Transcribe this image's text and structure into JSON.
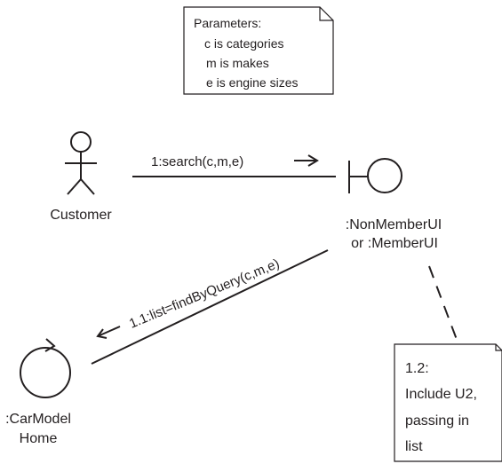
{
  "parameters_note": {
    "heading": "Parameters:",
    "lines": [
      "c is categories",
      "m is makes",
      "e is engine sizes"
    ]
  },
  "actor": {
    "label": "Customer"
  },
  "boundary": {
    "label_lines": [
      ":NonMemberUI",
      "or :MemberUI"
    ]
  },
  "control": {
    "label_lines": [
      ":CarModel",
      "Home"
    ]
  },
  "messages": {
    "search": "1:search(c,m,e)",
    "list": "1.1:list=findByQuery(c,m,e)"
  },
  "include_note": {
    "lines": [
      "1.2:",
      "Include U2,",
      "passing in",
      "list"
    ]
  }
}
